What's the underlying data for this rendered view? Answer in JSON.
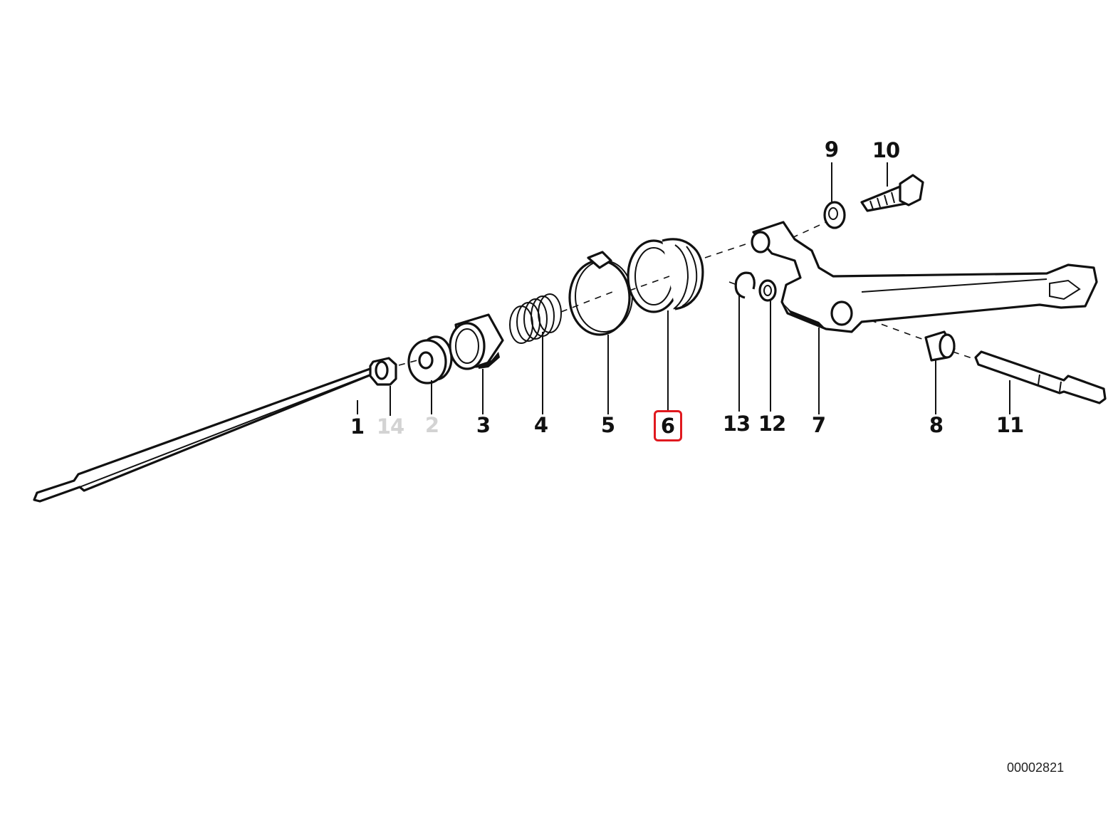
{
  "parts": [
    {
      "id": "1",
      "label": "1",
      "state": "normal"
    },
    {
      "id": "14",
      "label": "14",
      "state": "dimmed"
    },
    {
      "id": "2",
      "label": "2",
      "state": "dimmed"
    },
    {
      "id": "3",
      "label": "3",
      "state": "normal"
    },
    {
      "id": "4",
      "label": "4",
      "state": "normal"
    },
    {
      "id": "5",
      "label": "5",
      "state": "normal"
    },
    {
      "id": "6",
      "label": "6",
      "state": "selected"
    },
    {
      "id": "13",
      "label": "13",
      "state": "normal"
    },
    {
      "id": "12",
      "label": "12",
      "state": "normal"
    },
    {
      "id": "7",
      "label": "7",
      "state": "normal"
    },
    {
      "id": "8",
      "label": "8",
      "state": "normal"
    },
    {
      "id": "11",
      "label": "11",
      "state": "normal"
    },
    {
      "id": "9",
      "label": "9",
      "state": "normal"
    },
    {
      "id": "10",
      "label": "10",
      "state": "normal"
    }
  ],
  "selected_part": "6",
  "highlight_color": "#e0191f",
  "diagram_number": "00002821"
}
